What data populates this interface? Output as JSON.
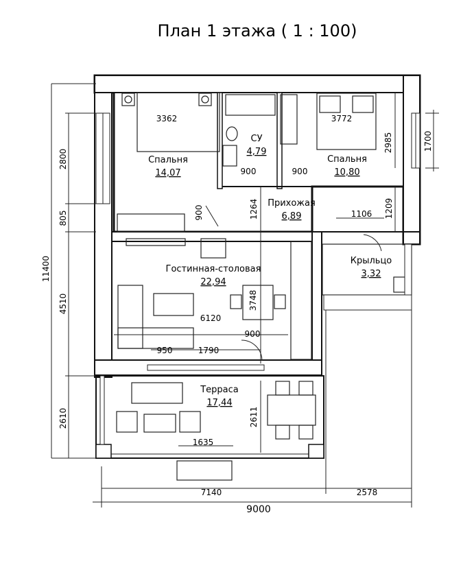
{
  "title": "План 1 этажа ( 1 : 100)",
  "rooms": {
    "bedroom1": {
      "name": "Спальня",
      "area": "14,07"
    },
    "bathroom": {
      "name": "СУ",
      "area": "4,79"
    },
    "bedroom2": {
      "name": "Спальня",
      "area": "10,80"
    },
    "hall": {
      "name": "Прихожая",
      "area": "6,89"
    },
    "living": {
      "name": "Гостинная-столовая",
      "area": "22,94"
    },
    "porch": {
      "name": "Крыльцо",
      "area": "3,32"
    },
    "terrace": {
      "name": "Терраса",
      "area": "17,44"
    }
  },
  "dims": {
    "d3362": "3362",
    "d3772": "3772",
    "d2985": "2985",
    "d1700": "1700",
    "d900a": "900",
    "d900b": "900",
    "d900c": "900",
    "d900d": "900",
    "d1264": "1264",
    "d1209": "1209",
    "d1106": "1106",
    "d2800": "2800",
    "d805": "805",
    "d11400": "11400",
    "d4510": "4510",
    "d3748": "3748",
    "d6120": "6120",
    "d950": "950",
    "d1790": "1790",
    "d2610": "2610",
    "d2611": "2611",
    "d1635": "1635",
    "d7140": "7140",
    "d2578": "2578",
    "d9000": "9000"
  }
}
